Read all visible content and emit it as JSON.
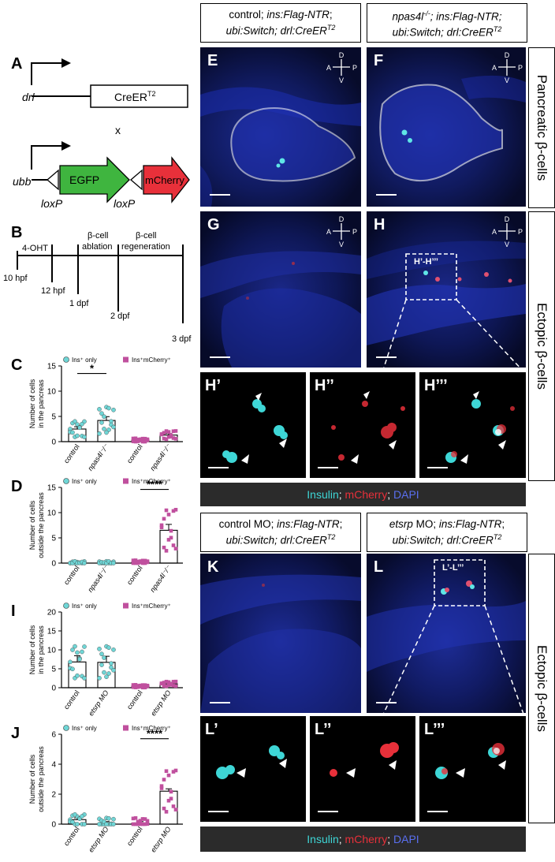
{
  "panel_labels": {
    "A": "A",
    "B": "B",
    "C": "C",
    "D": "D",
    "E": "E",
    "F": "F",
    "G": "G",
    "H": "H",
    "Hp": "H’",
    "Hpp": "H’’",
    "Hppp": "H’’’",
    "I": "I",
    "J": "J",
    "K": "K",
    "L": "L",
    "Lp": "L’",
    "Lpp": "L’’",
    "Lppp": "L’’’"
  },
  "headers": {
    "top_left": {
      "line1_a": "control; ",
      "line1_b": "ins:Flag-NTR",
      "line1_c": ";",
      "line2": "ubi:Switch; drl:CreER",
      "sup": "T2"
    },
    "top_right": {
      "line1_a": "npas4l",
      "line1_sup": "-/-",
      "line1_b": "; ins:Flag-NTR;",
      "line2": "ubi:Switch; drl:CreER",
      "sup": "T2"
    },
    "bottom_left": {
      "line1_a": "control MO; ",
      "line1_b": "ins:Flag-NTR",
      "line1_c": ";",
      "line2": "ubi:Switch; drl:CreER",
      "sup": "T2"
    },
    "bottom_right": {
      "line1_a": "etsrp",
      "line1_b": " MO; ",
      "line1_c": "ins:Flag-NTR",
      "line1_d": ";",
      "line2": "ubi:Switch; drl:CreER",
      "sup": "T2"
    }
  },
  "side_labels": {
    "pancreatic": "Pancreatic β-cells",
    "ectopic1": "Ectopic β-cells",
    "ectopic2": "Ectopic β-cells"
  },
  "inset_labels": {
    "H": "H’-H’’’",
    "L": "L’-L’’’"
  },
  "compass": {
    "d": "D",
    "v": "V",
    "a": "A",
    "p": "P"
  },
  "legend": {
    "insulin": "Insulin",
    "sep1": "; ",
    "mcherry": "mCherry",
    "sep2": "; ",
    "dapi": "DAPI"
  },
  "colors": {
    "insulin": "#3ed6d6",
    "mcherry": "#e8303a",
    "dapi": "#3b4fd8",
    "egfp": "#3fb53f",
    "cyan_dot": "#6fd6d6",
    "magenta_sq": "#c0509e"
  },
  "construct": {
    "drl": "drl",
    "creer": "CreER",
    "creer_sup": "T2",
    "x": "x",
    "ubb": "ubb",
    "egfp": "EGFP",
    "mcherry": "mCherry",
    "loxp1": "loxP",
    "loxp2": "loxP"
  },
  "timeline": {
    "ohtt": "4-OHT",
    "ablation1": "β-cell",
    "ablation2": "ablation",
    "regen1": "β-cell",
    "regen2": "regeneration",
    "t1": "10 hpf",
    "t2": "12 hpf",
    "t3": "1 dpf",
    "t4": "2 dpf",
    "t5": "3 dpf"
  },
  "chart_data": [
    {
      "id": "C",
      "type": "bar",
      "ylabel": "Number of cells in the pancreas",
      "ylim": [
        0,
        15
      ],
      "yticks": [
        0,
        5,
        10,
        15
      ],
      "legend": [
        "Ins⁺ only",
        "Ins⁺mCherry⁺"
      ],
      "categories": [
        "control",
        "npas4l⁻/⁻",
        "control",
        "npas4l⁻/⁻"
      ],
      "italic": [
        false,
        true,
        false,
        true
      ],
      "series": [
        {
          "name": "Ins⁺ only",
          "values": [
            2.5,
            4.2
          ]
        },
        {
          "name": "Ins⁺mCherry⁺",
          "values": [
            0.3,
            1.3
          ]
        }
      ],
      "significance": "*"
    },
    {
      "id": "D",
      "type": "bar",
      "ylabel": "Number of cells outside the pancreas",
      "ylim": [
        0,
        15
      ],
      "yticks": [
        0,
        5,
        10,
        15
      ],
      "legend": [
        "Ins⁺ only",
        "Ins⁺mCherry⁺"
      ],
      "categories": [
        "control",
        "npas4l⁻/⁻",
        "control",
        "npas4l⁻/⁻"
      ],
      "italic": [
        false,
        true,
        false,
        true
      ],
      "series": [
        {
          "name": "Ins⁺ only",
          "values": [
            0,
            0
          ]
        },
        {
          "name": "Ins⁺mCherry⁺",
          "values": [
            0.2,
            6.5
          ]
        }
      ],
      "significance": "****"
    },
    {
      "id": "I",
      "type": "bar",
      "ylabel": "Number of cells in the pancreas",
      "ylim": [
        0,
        20
      ],
      "yticks": [
        0,
        5,
        10,
        15,
        20
      ],
      "legend": [
        "Ins⁺ only",
        "Ins⁺mCherry⁺"
      ],
      "categories": [
        "control",
        "etsrp MO",
        "control",
        "etsrp MO"
      ],
      "italic": [
        false,
        true,
        false,
        true
      ],
      "series": [
        {
          "name": "Ins⁺ only",
          "values": [
            6.8,
            6.7
          ]
        },
        {
          "name": "Ins⁺mCherry⁺",
          "values": [
            0.4,
            1.0
          ]
        }
      ],
      "significance": ""
    },
    {
      "id": "J",
      "type": "bar",
      "ylabel": "Number of cells outside the pancreas",
      "ylim": [
        0,
        6
      ],
      "yticks": [
        0,
        2,
        4,
        6
      ],
      "legend": [
        "Ins⁺ only",
        "Ins⁺mCherry⁺"
      ],
      "categories": [
        "control",
        "etsrp MO",
        "control",
        "etsrp MO"
      ],
      "italic": [
        false,
        true,
        false,
        true
      ],
      "series": [
        {
          "name": "Ins⁺ only",
          "values": [
            0.3,
            0.05
          ]
        },
        {
          "name": "Ins⁺mCherry⁺",
          "values": [
            0.05,
            2.2
          ]
        }
      ],
      "significance": "****"
    }
  ]
}
